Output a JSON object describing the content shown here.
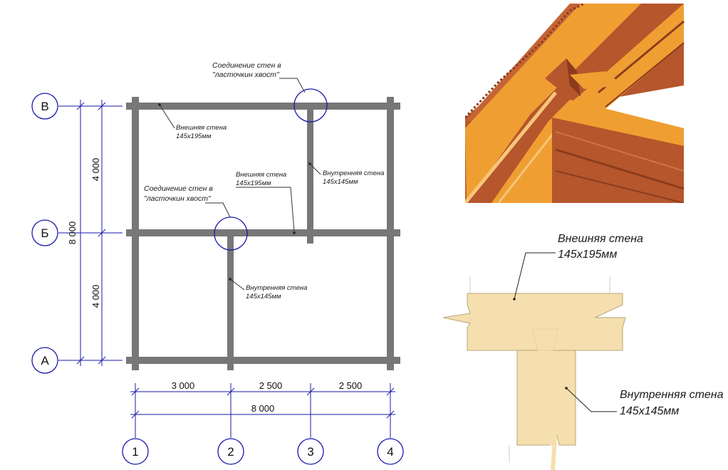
{
  "axes": {
    "rows": [
      "В",
      "Б",
      "А"
    ],
    "columns": [
      "1",
      "2",
      "3",
      "4"
    ]
  },
  "dimensions": {
    "vertical_total": "8 000",
    "vertical_upper": "4 000",
    "vertical_lower": "4 000",
    "horizontal_segments": [
      "3 000",
      "2 500",
      "2 500"
    ],
    "horizontal_total": "8 000"
  },
  "plan_labels": {
    "joint_top": [
      "Соединение стен в",
      "\"ласточкин хвост\""
    ],
    "joint_middle": [
      "Соединение стен в",
      "\"ласточкин хвост\""
    ],
    "outer_wall_top": [
      "Внешняя стена",
      "145x195мм"
    ],
    "outer_wall_middle": [
      "Внешняя стена",
      "145x195мм"
    ],
    "inner_wall_right": [
      "Внутренняя стена",
      "145x145мм"
    ],
    "inner_wall_lower": [
      "Внутренняя стена",
      "145x145мм"
    ]
  },
  "detail_labels": {
    "outer_wall": [
      "Внешняя стена",
      "145x195мм"
    ],
    "inner_wall": [
      "Внутренняя стена",
      "145x145мм"
    ]
  },
  "colors": {
    "wall": "#777777",
    "dimension_line": "#1a1aa8",
    "axis_circle": "#1a1aa8",
    "wood_light": "#f6dca8",
    "wood_orange": "#ef9f32",
    "wood_brown": "#b5562c",
    "plank": "#f6dfae"
  }
}
